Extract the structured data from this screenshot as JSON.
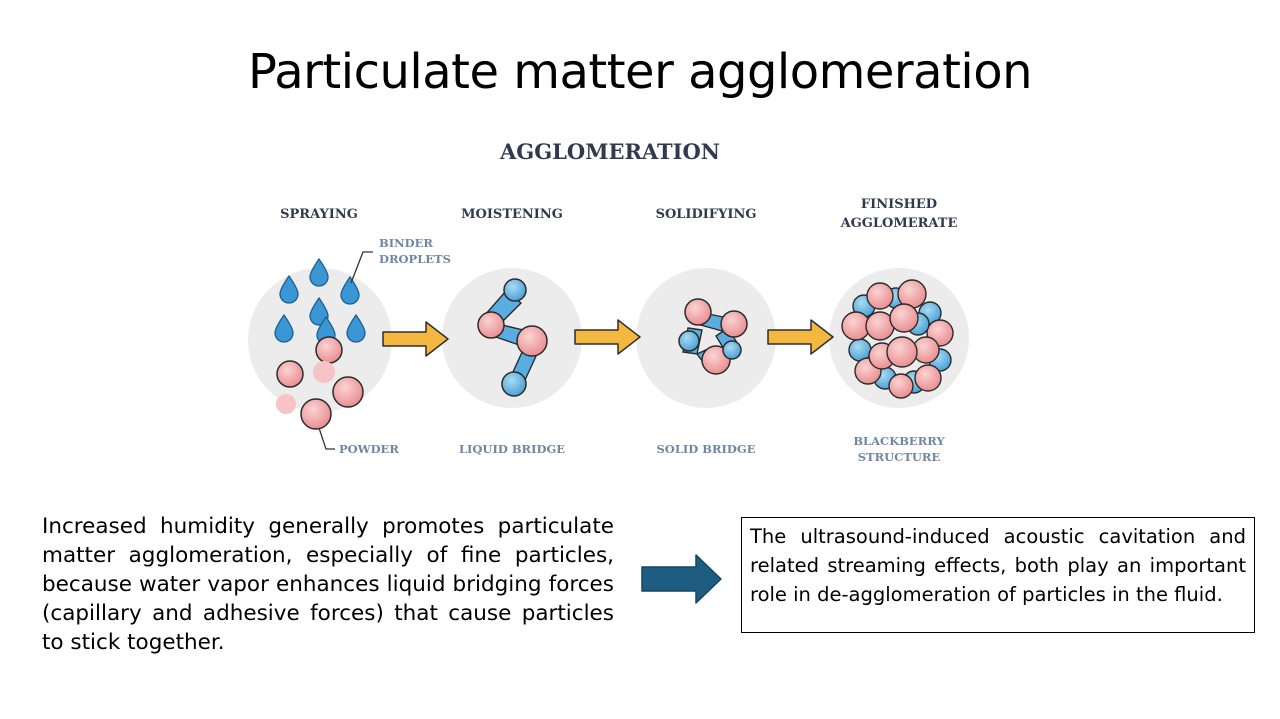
{
  "slide": {
    "title": "Particulate matter agglomeration"
  },
  "diagram": {
    "heading": "AGGLOMERATION",
    "steps": [
      {
        "title": "SPRAYING",
        "label": "POWDER"
      },
      {
        "title": "MOISTENING",
        "label": "LIQUID BRIDGE"
      },
      {
        "title": "SOLIDIFYING",
        "label": "SOLID BRIDGE"
      },
      {
        "title_line1": "FINISHED",
        "title_line2": "AGGLOMERATE",
        "label_line1": "BLACKBERRY",
        "label_line2": "STRUCTURE"
      }
    ],
    "binder_line1": "BINDER",
    "binder_line2": "DROPLETS",
    "colors": {
      "particle": "#f2a6a6",
      "bridge": "#5aaedf",
      "droplet": "#3b96d6",
      "arrow": "#f4b73f",
      "circle_bg": "#ececec"
    }
  },
  "left_text": "Increased humidity generally promotes particulate matter agglomeration, especially of fine particles, because water vapor enhances liquid bridging forces (capillary and adhesive forces) that cause particles to stick together.",
  "arrow": {
    "color": "#1f5c82",
    "icon": "right-arrow-icon"
  },
  "right_box_text": "The ultrasound-induced acoustic cavitation and related streaming effects, both play an important role in de-agglomeration of particles in the fluid."
}
